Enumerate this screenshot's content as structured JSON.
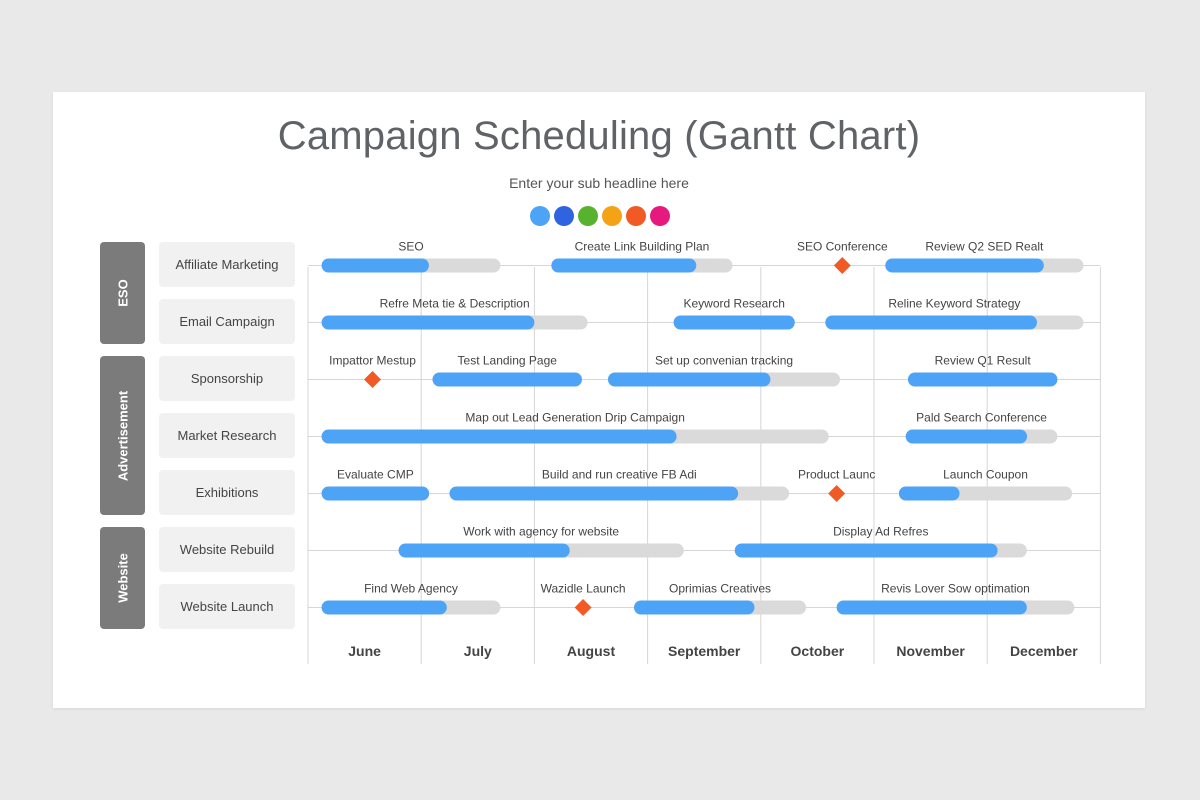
{
  "title": "Campaign Scheduling (Gantt Chart)",
  "subtitle": "Enter your sub headline here",
  "palette": [
    "#4da3f5",
    "#2f63e0",
    "#57b22d",
    "#f4a316",
    "#f15a24",
    "#e6197e"
  ],
  "colors": {
    "bar_fill": "#4da3f5",
    "bar_track": "#dadada",
    "milestone": "#f15a24",
    "grid": "#d6d6d6"
  },
  "groups": [
    {
      "label": "ESO",
      "rows": [
        0,
        1
      ]
    },
    {
      "label": "Advertisement",
      "rows": [
        2,
        3,
        4
      ]
    },
    {
      "label": "Website",
      "rows": [
        5,
        6
      ]
    }
  ],
  "rows": [
    "Affiliate Marketing",
    "Email Campaign",
    "Sponsorship",
    "Market Research",
    "Exhibitions",
    "Website Rebuild",
    "Website Launch"
  ],
  "months": [
    "June",
    "July",
    "August",
    "September",
    "October",
    "November",
    "December"
  ],
  "chart_data": {
    "type": "gantt",
    "tasks": [
      {
        "row": 0,
        "label": "SEO",
        "start": 0.12,
        "end": 1.7,
        "progress": 0.6
      },
      {
        "row": 0,
        "label": "Create Link Building Plan",
        "start": 2.15,
        "end": 3.75,
        "progress": 0.8
      },
      {
        "row": 0,
        "label": "SEO Conference",
        "milestone": 4.72
      },
      {
        "row": 0,
        "label": "Review Q2 SED Realt",
        "start": 5.1,
        "end": 6.85,
        "progress": 0.8
      },
      {
        "row": 1,
        "label": "Refre Meta tie & Description",
        "start": 0.12,
        "end": 2.47,
        "progress": 0.8
      },
      {
        "row": 1,
        "label": "Keyword Research",
        "start": 3.23,
        "end": 4.3,
        "progress": 1.0
      },
      {
        "row": 1,
        "label": "Reline Keyword Strategy",
        "start": 4.57,
        "end": 6.85,
        "progress": 0.82
      },
      {
        "row": 2,
        "label": "Impattor Mestup",
        "milestone": 0.57
      },
      {
        "row": 2,
        "label": "Test Landing Page",
        "start": 1.1,
        "end": 2.42,
        "progress": 1.0
      },
      {
        "row": 2,
        "label": "Set up convenian tracking",
        "start": 2.65,
        "end": 4.7,
        "progress": 0.7
      },
      {
        "row": 2,
        "label": "Review Q1 Result",
        "start": 5.3,
        "end": 6.62,
        "progress": 1.0
      },
      {
        "row": 3,
        "label": "Map out Lead Generation Drip Campaign",
        "start": 0.12,
        "end": 4.6,
        "progress": 0.7
      },
      {
        "row": 3,
        "label": "Pald Search Conference",
        "start": 5.28,
        "end": 6.62,
        "progress": 0.8
      },
      {
        "row": 4,
        "label": "Evaluate CMP",
        "start": 0.12,
        "end": 1.07,
        "progress": 1.0
      },
      {
        "row": 4,
        "label": "Build and run creative FB Adi",
        "start": 1.25,
        "end": 4.25,
        "progress": 0.85
      },
      {
        "row": 4,
        "label": "Product Launc",
        "milestone": 4.67
      },
      {
        "row": 4,
        "label": "Launch Coupon",
        "start": 5.22,
        "end": 6.75,
        "progress": 0.35
      },
      {
        "row": 5,
        "label": "Work with agency for website",
        "start": 0.8,
        "end": 3.32,
        "progress": 0.6
      },
      {
        "row": 5,
        "label": "Display Ad Refres",
        "start": 3.77,
        "end": 6.35,
        "progress": 0.9
      },
      {
        "row": 6,
        "label": "Find Web Agency",
        "start": 0.12,
        "end": 1.7,
        "progress": 0.7
      },
      {
        "row": 6,
        "label": "Wazidle Launch",
        "milestone": 2.43
      },
      {
        "row": 6,
        "label": "Oprimias Creatives",
        "start": 2.88,
        "end": 4.4,
        "progress": 0.7
      },
      {
        "row": 6,
        "label": "Revis Lover Sow optimation",
        "start": 4.67,
        "end": 6.77,
        "progress": 0.8
      }
    ]
  }
}
